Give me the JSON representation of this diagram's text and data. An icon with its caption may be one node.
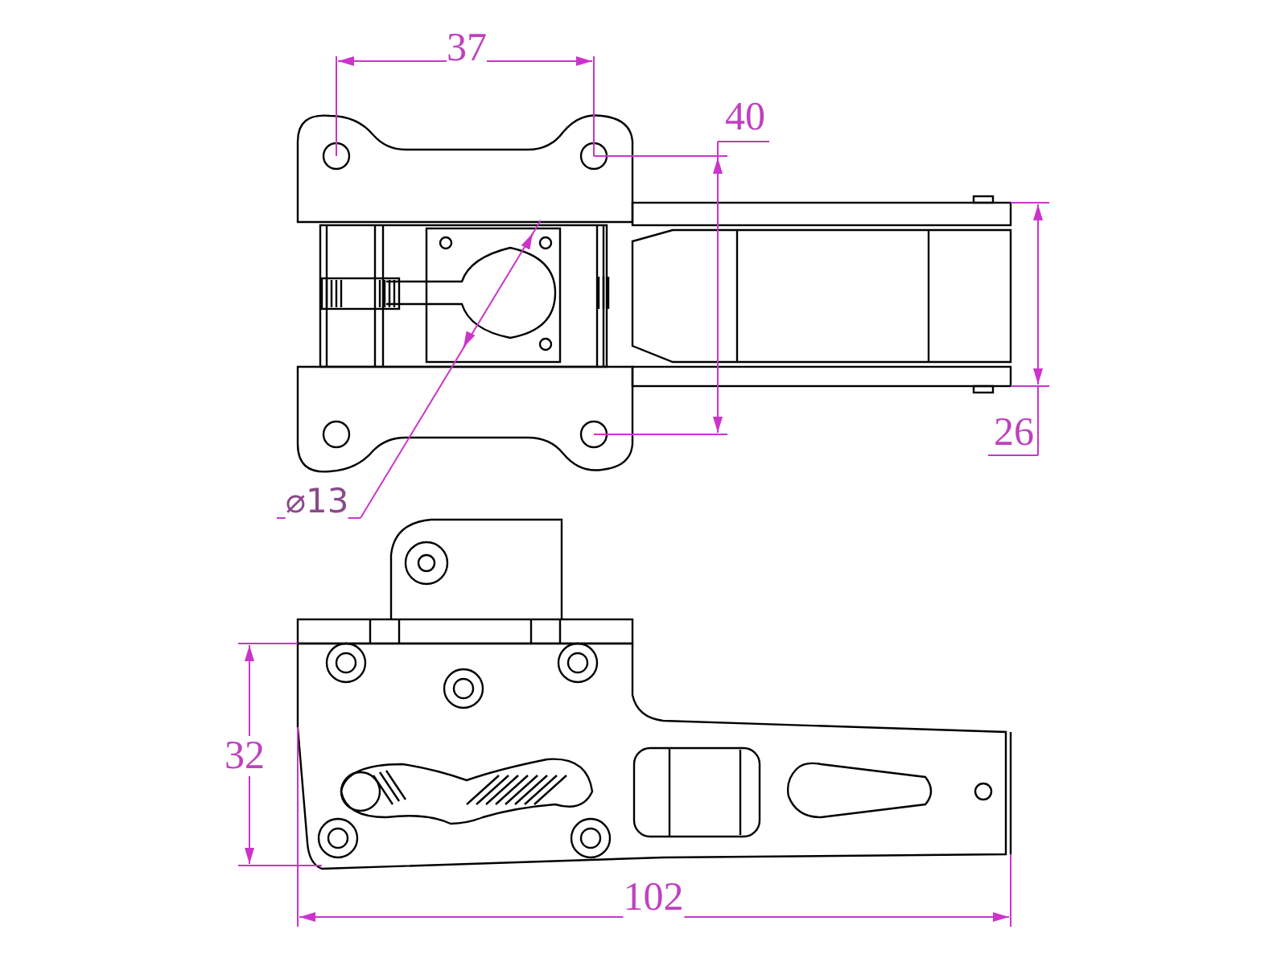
{
  "diagram": {
    "labels": [
      "37",
      "40",
      "26",
      "⌀13",
      "32",
      "102"
    ]
  }
}
